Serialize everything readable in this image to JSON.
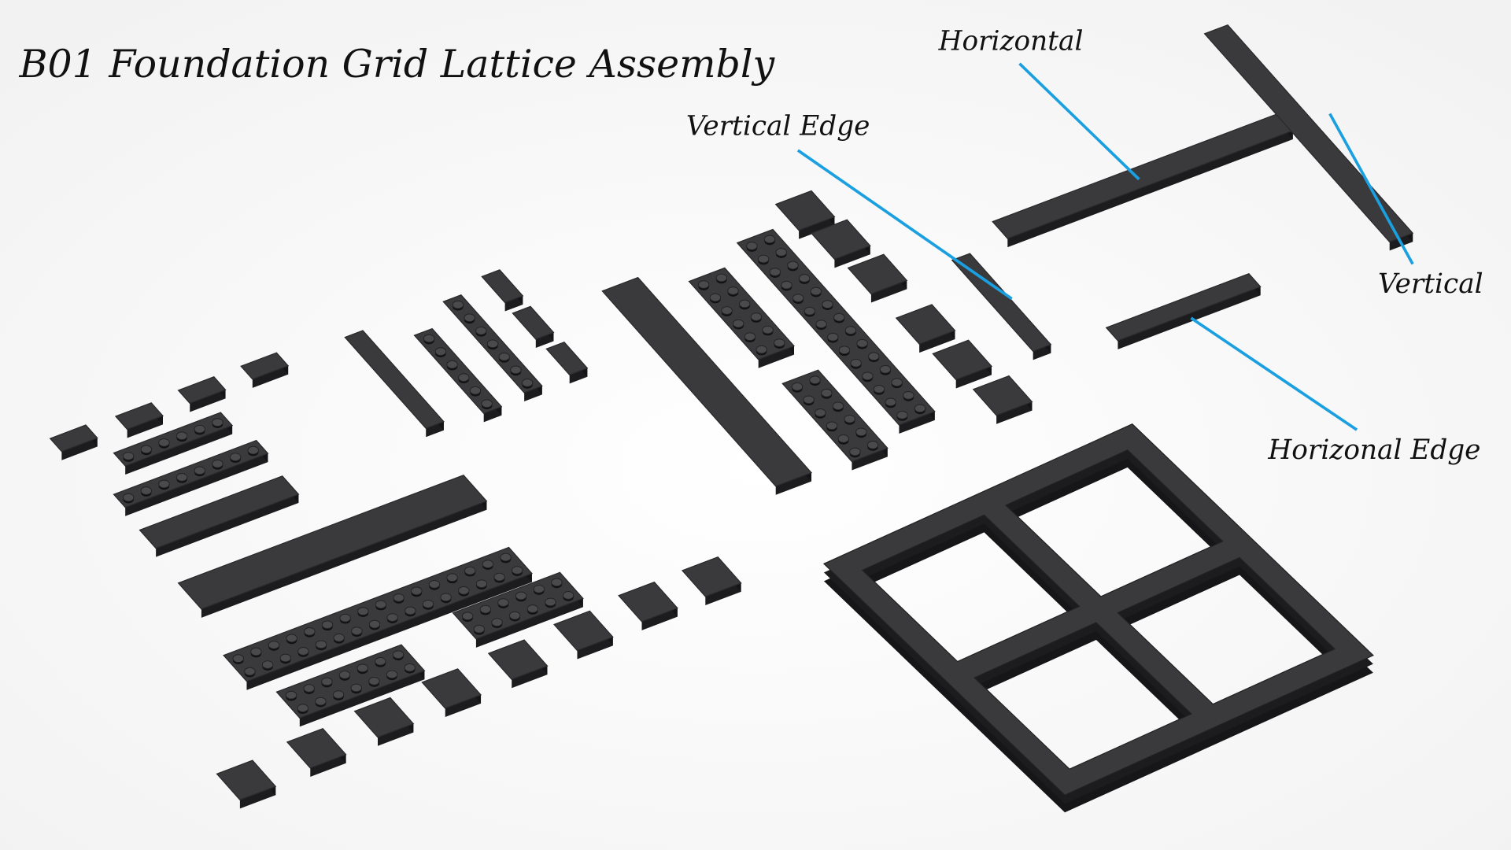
{
  "title": "B01 Foundation Grid Lattice Assembly",
  "labels": {
    "horizontal": "Horizontal",
    "vertical_edge": "Vertical Edge",
    "vertical": "Vertical",
    "horizontal_edge": "Horizonal Edge"
  },
  "colors": {
    "callout": "#1a9fe0",
    "brick_top": "#3a3a3c",
    "brick_side": "#1c1c1e",
    "background": "#ffffff"
  }
}
